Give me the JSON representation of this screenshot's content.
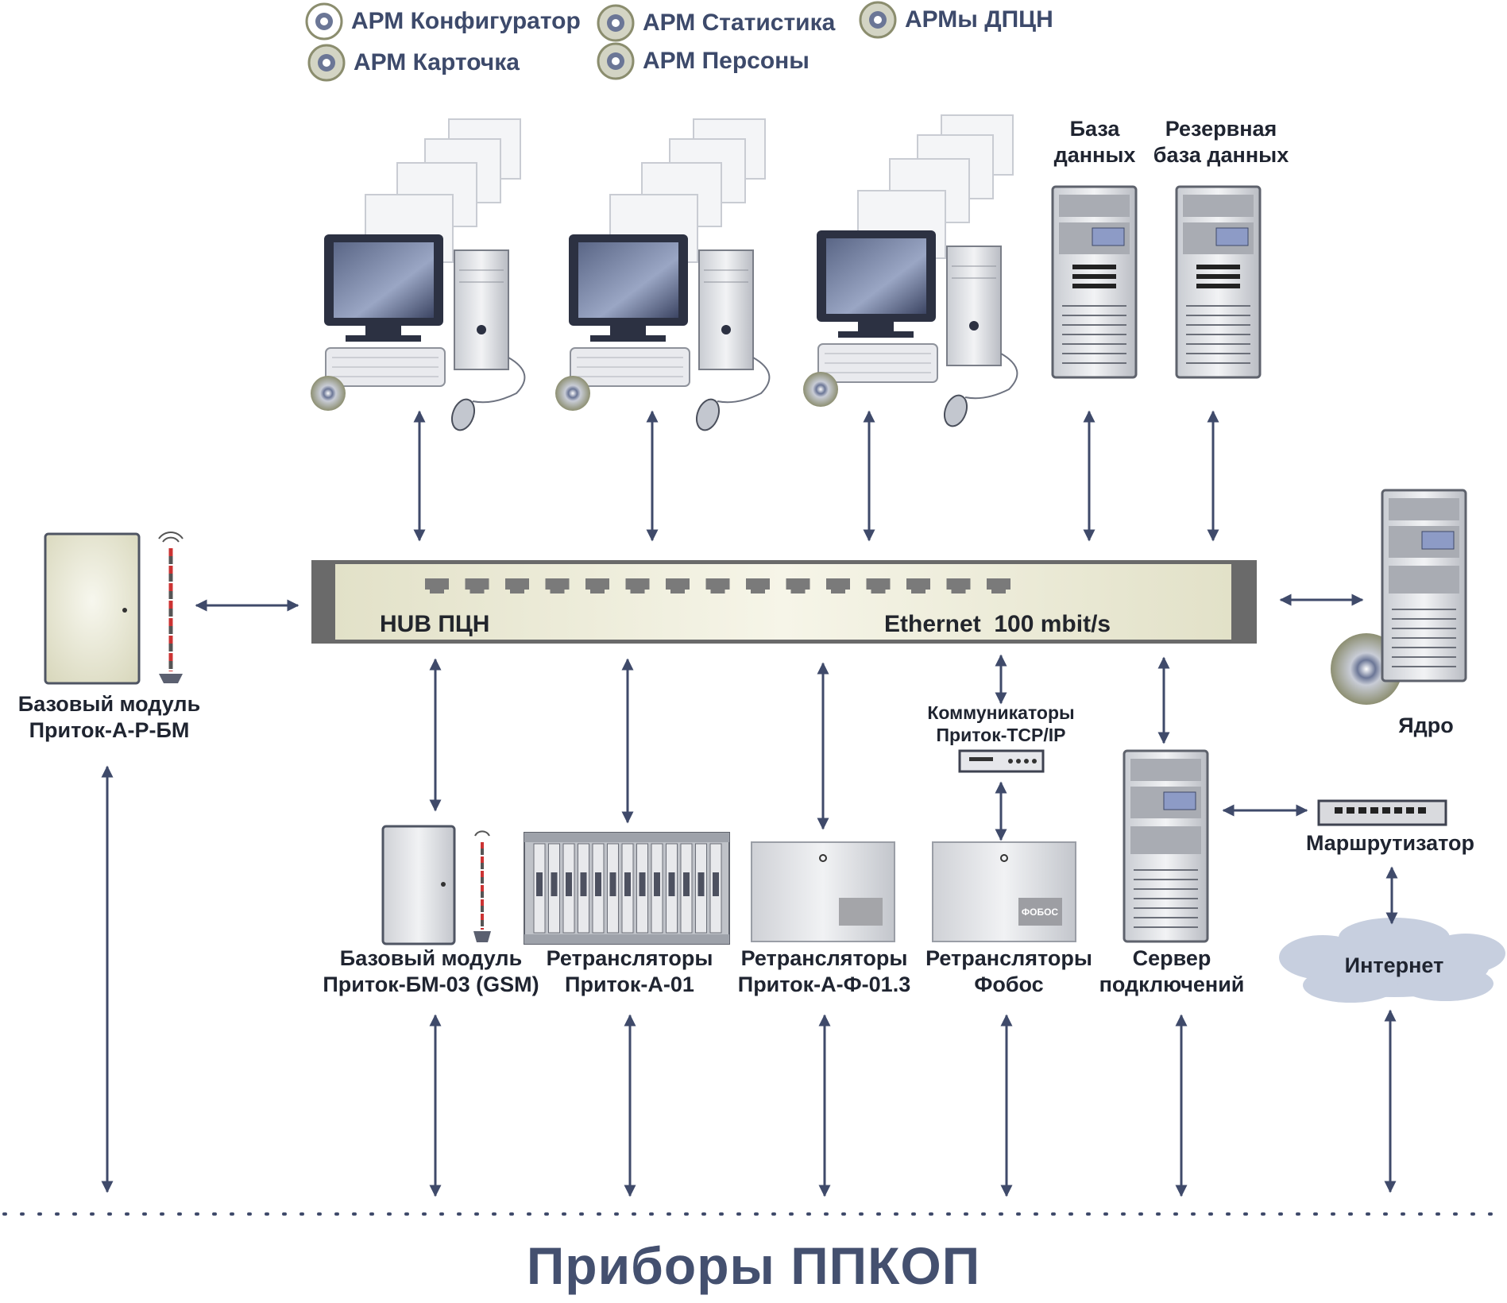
{
  "legend": [
    {
      "label": "АРМ Конфигуратор",
      "icon": "disc-icon"
    },
    {
      "label": "АРМ Статистика",
      "icon": "disc-icon"
    },
    {
      "label": "АРМы ДПЦН",
      "icon": "disc-icon"
    },
    {
      "label": "АРМ Карточка",
      "icon": "disc-icon"
    },
    {
      "label": "АРМ Персоны",
      "icon": "disc-icon"
    }
  ],
  "servers_top": {
    "db": "База данных",
    "db_lines": [
      "База",
      "данных"
    ],
    "backup_lines": [
      "Резервная",
      "база данных"
    ]
  },
  "hub": {
    "name": "HUB ПЦН",
    "network": "Ethernet  100 mbit/s"
  },
  "left_module": {
    "lines": [
      "Базовый модуль",
      "Приток-А-Р-БМ"
    ]
  },
  "core": {
    "label": "Ядро"
  },
  "communicators": {
    "lines": [
      "Коммуникаторы",
      "Приток-TCP/IP"
    ]
  },
  "router": {
    "label": "Маршрутизатор"
  },
  "internet": {
    "label": "Интернет"
  },
  "bottom_devices": [
    {
      "lines": [
        "Базовый модуль",
        "Приток-БМ-03 (GSM)"
      ]
    },
    {
      "lines": [
        "Ретрансляторы",
        "Приток-А-01"
      ]
    },
    {
      "lines": [
        "Ретрансляторы",
        "Приток-А-Ф-01.3"
      ]
    },
    {
      "lines": [
        "Ретрансляторы",
        "Фобос"
      ]
    },
    {
      "lines": [
        "Сервер",
        "подключений"
      ]
    }
  ],
  "fobos_badge": "ФОБОС",
  "footer": {
    "title": "Приборы ППКОП"
  },
  "colors": {
    "arrow": "#3f4a6a",
    "title": "#44506f",
    "hub_body": "#ecebd6",
    "hub_frame": "#6a6a6a"
  }
}
